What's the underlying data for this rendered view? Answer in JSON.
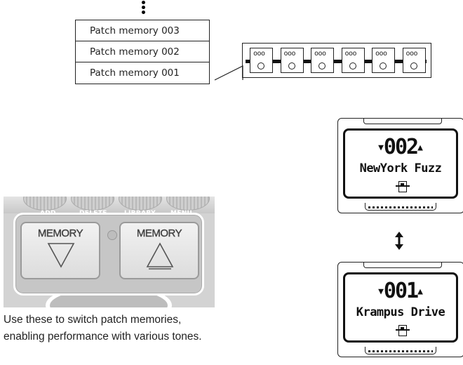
{
  "patch_list": {
    "rows": [
      "Patch memory 003",
      "Patch memory 002",
      "Patch memory 001"
    ]
  },
  "pedal_chain": {
    "count": 6,
    "dots_glyph": "ooo"
  },
  "photo": {
    "silkscreen": [
      "ADD",
      "DELETE",
      "LIBRARY",
      "MENU"
    ],
    "left_button_label": "MEMORY",
    "right_button_label": "MEMORY"
  },
  "caption": "Use these to switch patch memories, enabling performance with various tones.",
  "display_top": {
    "number": "002",
    "patch_name": "NewYork Fuzz"
  },
  "display_bottom": {
    "number": "001",
    "patch_name": "Krampus Drive"
  },
  "arrows": {
    "down": "▼",
    "up": "▲",
    "updown": "↕"
  },
  "colors": {
    "line": "#222222",
    "photo_bg": "#d3d3d3",
    "highlight": "#ffffff"
  }
}
